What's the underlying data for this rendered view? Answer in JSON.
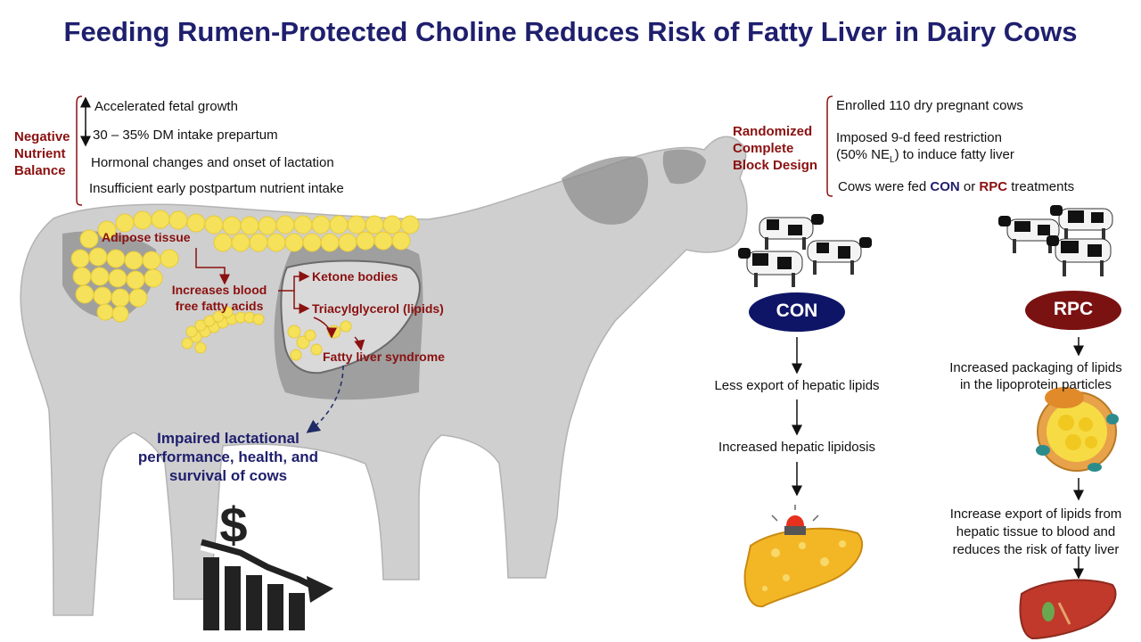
{
  "title": "Feeding Rumen-Protected Choline Reduces Risk of Fatty Liver in Dairy Cows",
  "left": {
    "nnb_label": [
      "Negative",
      "Nutrient",
      "Balance"
    ],
    "factors": [
      "Accelerated fetal growth",
      "30 – 35% DM intake prepartum",
      "Hormonal changes and onset of lactation",
      "Insufficient  early postpartum nutrient intake"
    ],
    "adipose": "Adipose tissue",
    "ffa": [
      "Increases blood",
      "free fatty acids"
    ],
    "ketone": "Ketone bodies",
    "tag": "Triacylglycerol (lipids)",
    "fatty_liver": "Fatty liver syndrome",
    "impaired": [
      "Impaired lactational",
      "performance, health, and",
      "survival of cows"
    ]
  },
  "right": {
    "design_label": [
      "Randomized",
      "Complete",
      "Block Design"
    ],
    "design_items": {
      "enrolled": "Enrolled 110 dry pregnant cows",
      "restriction_1": "Imposed 9-d feed restriction",
      "restriction_2a": "(50% NE",
      "restriction_sub": "L",
      "restriction_2b": ") to induce fatty liver",
      "fed_1": "Cows were fed ",
      "fed_con": "CON",
      "fed_or": " or ",
      "fed_rpc": "RPC",
      "fed_2": " treatments"
    },
    "con": {
      "label": "CON",
      "color": "#0f1566",
      "steps": [
        "Less export of hepatic lipids",
        "Increased hepatic lipidosis"
      ]
    },
    "rpc": {
      "label": "RPC",
      "color": "#7a1212",
      "step1": [
        "Increased packaging of lipids",
        "in the lipoprotein particles"
      ],
      "step2": [
        "Increase  export of lipids from",
        "hepatic tissue to blood and",
        "reduces the risk of fatty liver"
      ]
    }
  },
  "colors": {
    "title": "#1f1f6e",
    "accent_red": "#8b1010",
    "fat": "#f5e15a",
    "cow": "#cfcfcf"
  }
}
